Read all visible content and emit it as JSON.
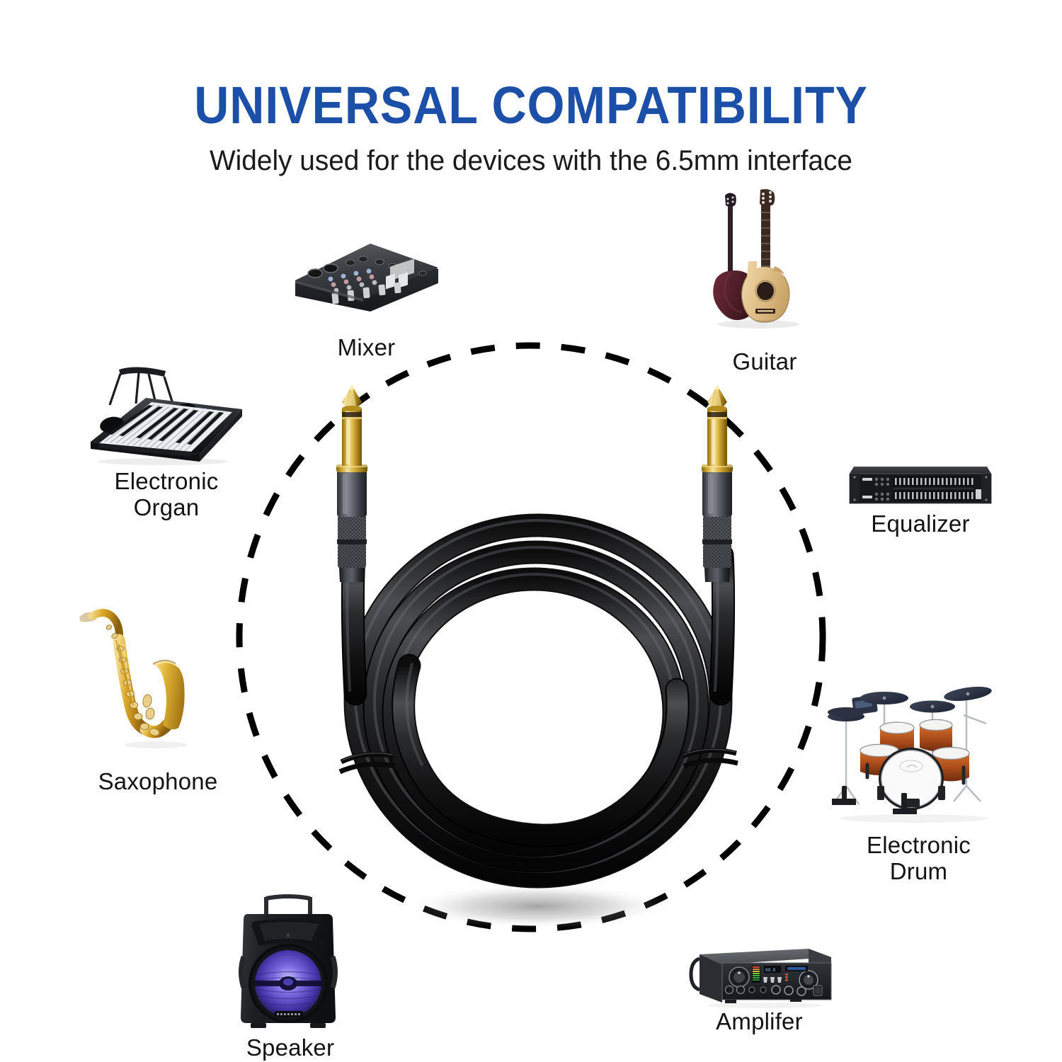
{
  "header": {
    "title": "UNIVERSAL COMPATIBILITY",
    "subtitle": "Widely used for the devices with the 6.5mm interface"
  },
  "colors": {
    "title_blue": "#1b4fa8",
    "label_black": "#131313",
    "background": "#ffffff",
    "dashed_circle": "#000000",
    "plug_gold": "#c9a227",
    "plug_gold_light": "#efd98a",
    "plug_barrel": "#4a4a4e",
    "cable_black": "#1c1c1c",
    "guitar_natural": "#e0bf85",
    "guitar_burgundy": "#5a2230",
    "sax_gold": "#d4a223",
    "drum_wood": "#b4541f",
    "speaker_led": "#5b4fd6"
  },
  "product": {
    "name": "6.5mm TS instrument cable",
    "connector_count": 2,
    "connector_type": "6.35mm / 6.5mm gold-plated TS plug",
    "coil_loops": 3,
    "cable_ties": 2
  },
  "devices": [
    {
      "id": "mixer",
      "label": "Mixer",
      "position": "top"
    },
    {
      "id": "guitar",
      "label": "Guitar",
      "position": "top-right"
    },
    {
      "id": "electronic-organ",
      "label": "Electronic\nOrgan",
      "position": "left-upper"
    },
    {
      "id": "equalizer",
      "label": "Equalizer",
      "position": "right-upper"
    },
    {
      "id": "saxophone",
      "label": "Saxophone",
      "position": "left-lower"
    },
    {
      "id": "electronic-drum",
      "label": "Electronic\nDrum",
      "position": "right-lower"
    },
    {
      "id": "speaker",
      "label": "Speaker",
      "position": "bottom-left"
    },
    {
      "id": "amplifier",
      "label": "Amplifer",
      "position": "bottom-right"
    }
  ]
}
